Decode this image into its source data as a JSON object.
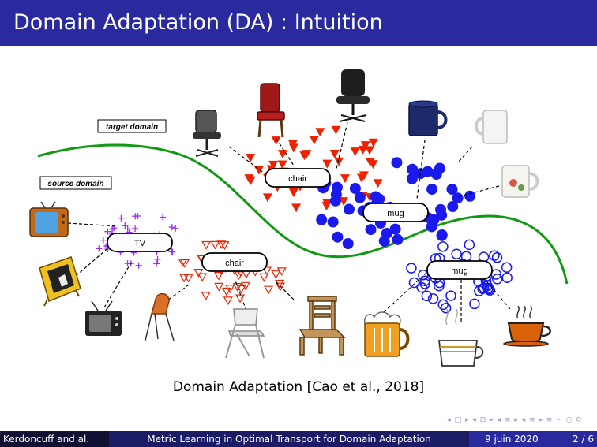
{
  "slide": {
    "title": "Domain Adaptation (DA) : Intuition",
    "caption": "Domain Adaptation [Cao et al., 2018]"
  },
  "figure": {
    "target_domain_label": "target domain",
    "source_domain_label": "source domain",
    "class_labels": {
      "tv": "TV",
      "chair_source": "chair",
      "chair_target": "chair",
      "mug_upper": "mug",
      "mug_lower": "mug"
    },
    "object_icons": [
      "tv-icon",
      "chair-icon",
      "mug-icon",
      "beer-mug-icon",
      "coffee-cup-icon"
    ]
  },
  "footer": {
    "author": "Kerdoncuff and al.",
    "talk_title": "Metric Learning in Optimal Transport for Domain Adaptation",
    "date": "9 juin 2020",
    "page": "2 / 6"
  },
  "colors": {
    "title_bar": "#2a2a9e",
    "footer_dark": "#101032",
    "footer_mid": "#1c1c66",
    "source_plus": "#9b30ff",
    "target_triangle": "#ee2200",
    "source_triangle_stroke": "#ee2200",
    "target_circle": "#1a1aee",
    "source_circle_stroke": "#1a1aee",
    "domain_curve": "#119911"
  }
}
